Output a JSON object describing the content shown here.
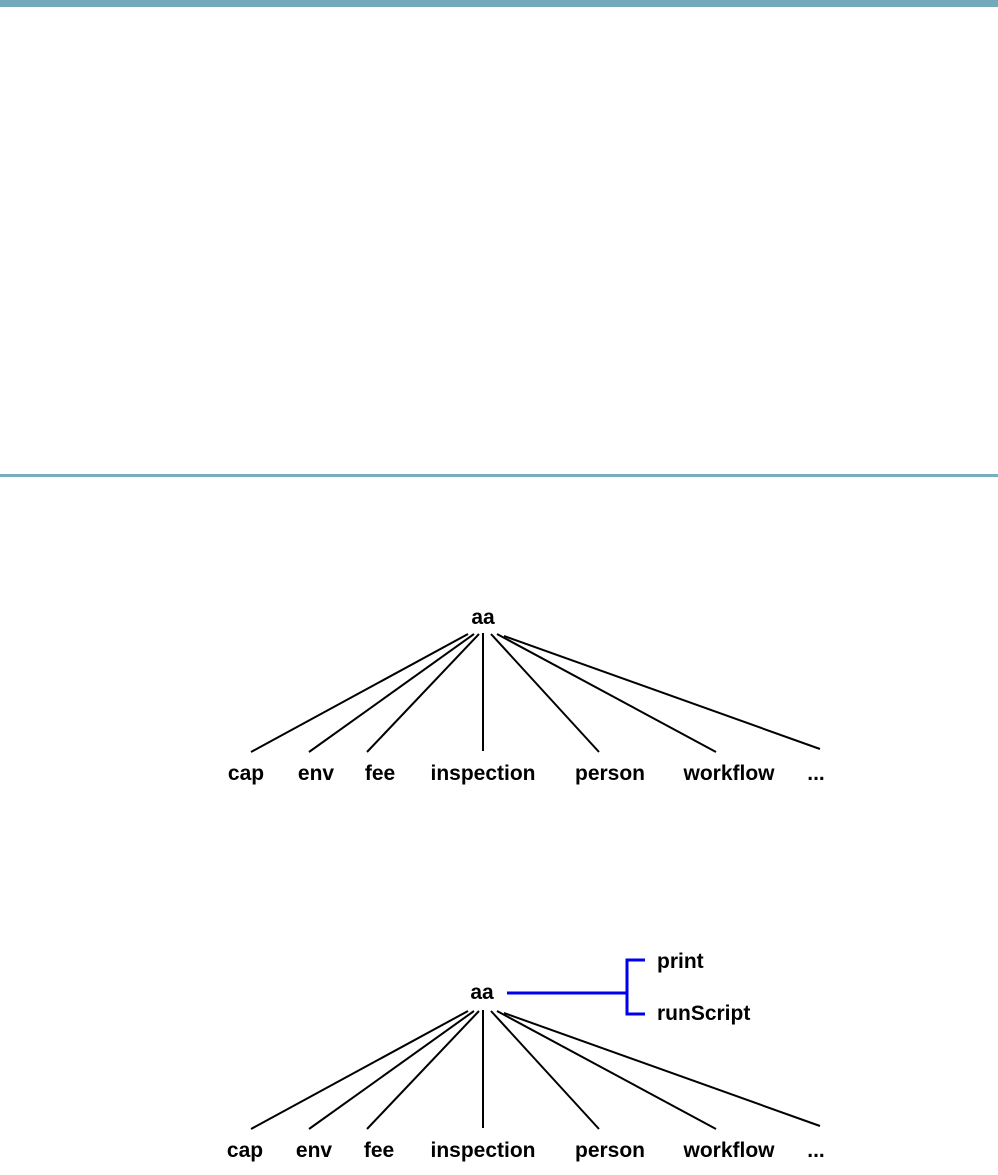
{
  "page": {
    "background_color": "#ffffff",
    "accent_bar_color": "#74a9bc",
    "rule_color": "#79adc0",
    "text_color": "#000000"
  },
  "diagram1": {
    "root": "aa",
    "children": [
      "cap",
      "env",
      "fee",
      "inspection",
      "person",
      "workflow",
      "..."
    ]
  },
  "diagram2": {
    "root": "aa",
    "children": [
      "cap",
      "env",
      "fee",
      "inspection",
      "person",
      "workflow",
      "..."
    ],
    "bracket_items": [
      "print",
      "runScript"
    ],
    "bracket_color": "#0000ee"
  }
}
